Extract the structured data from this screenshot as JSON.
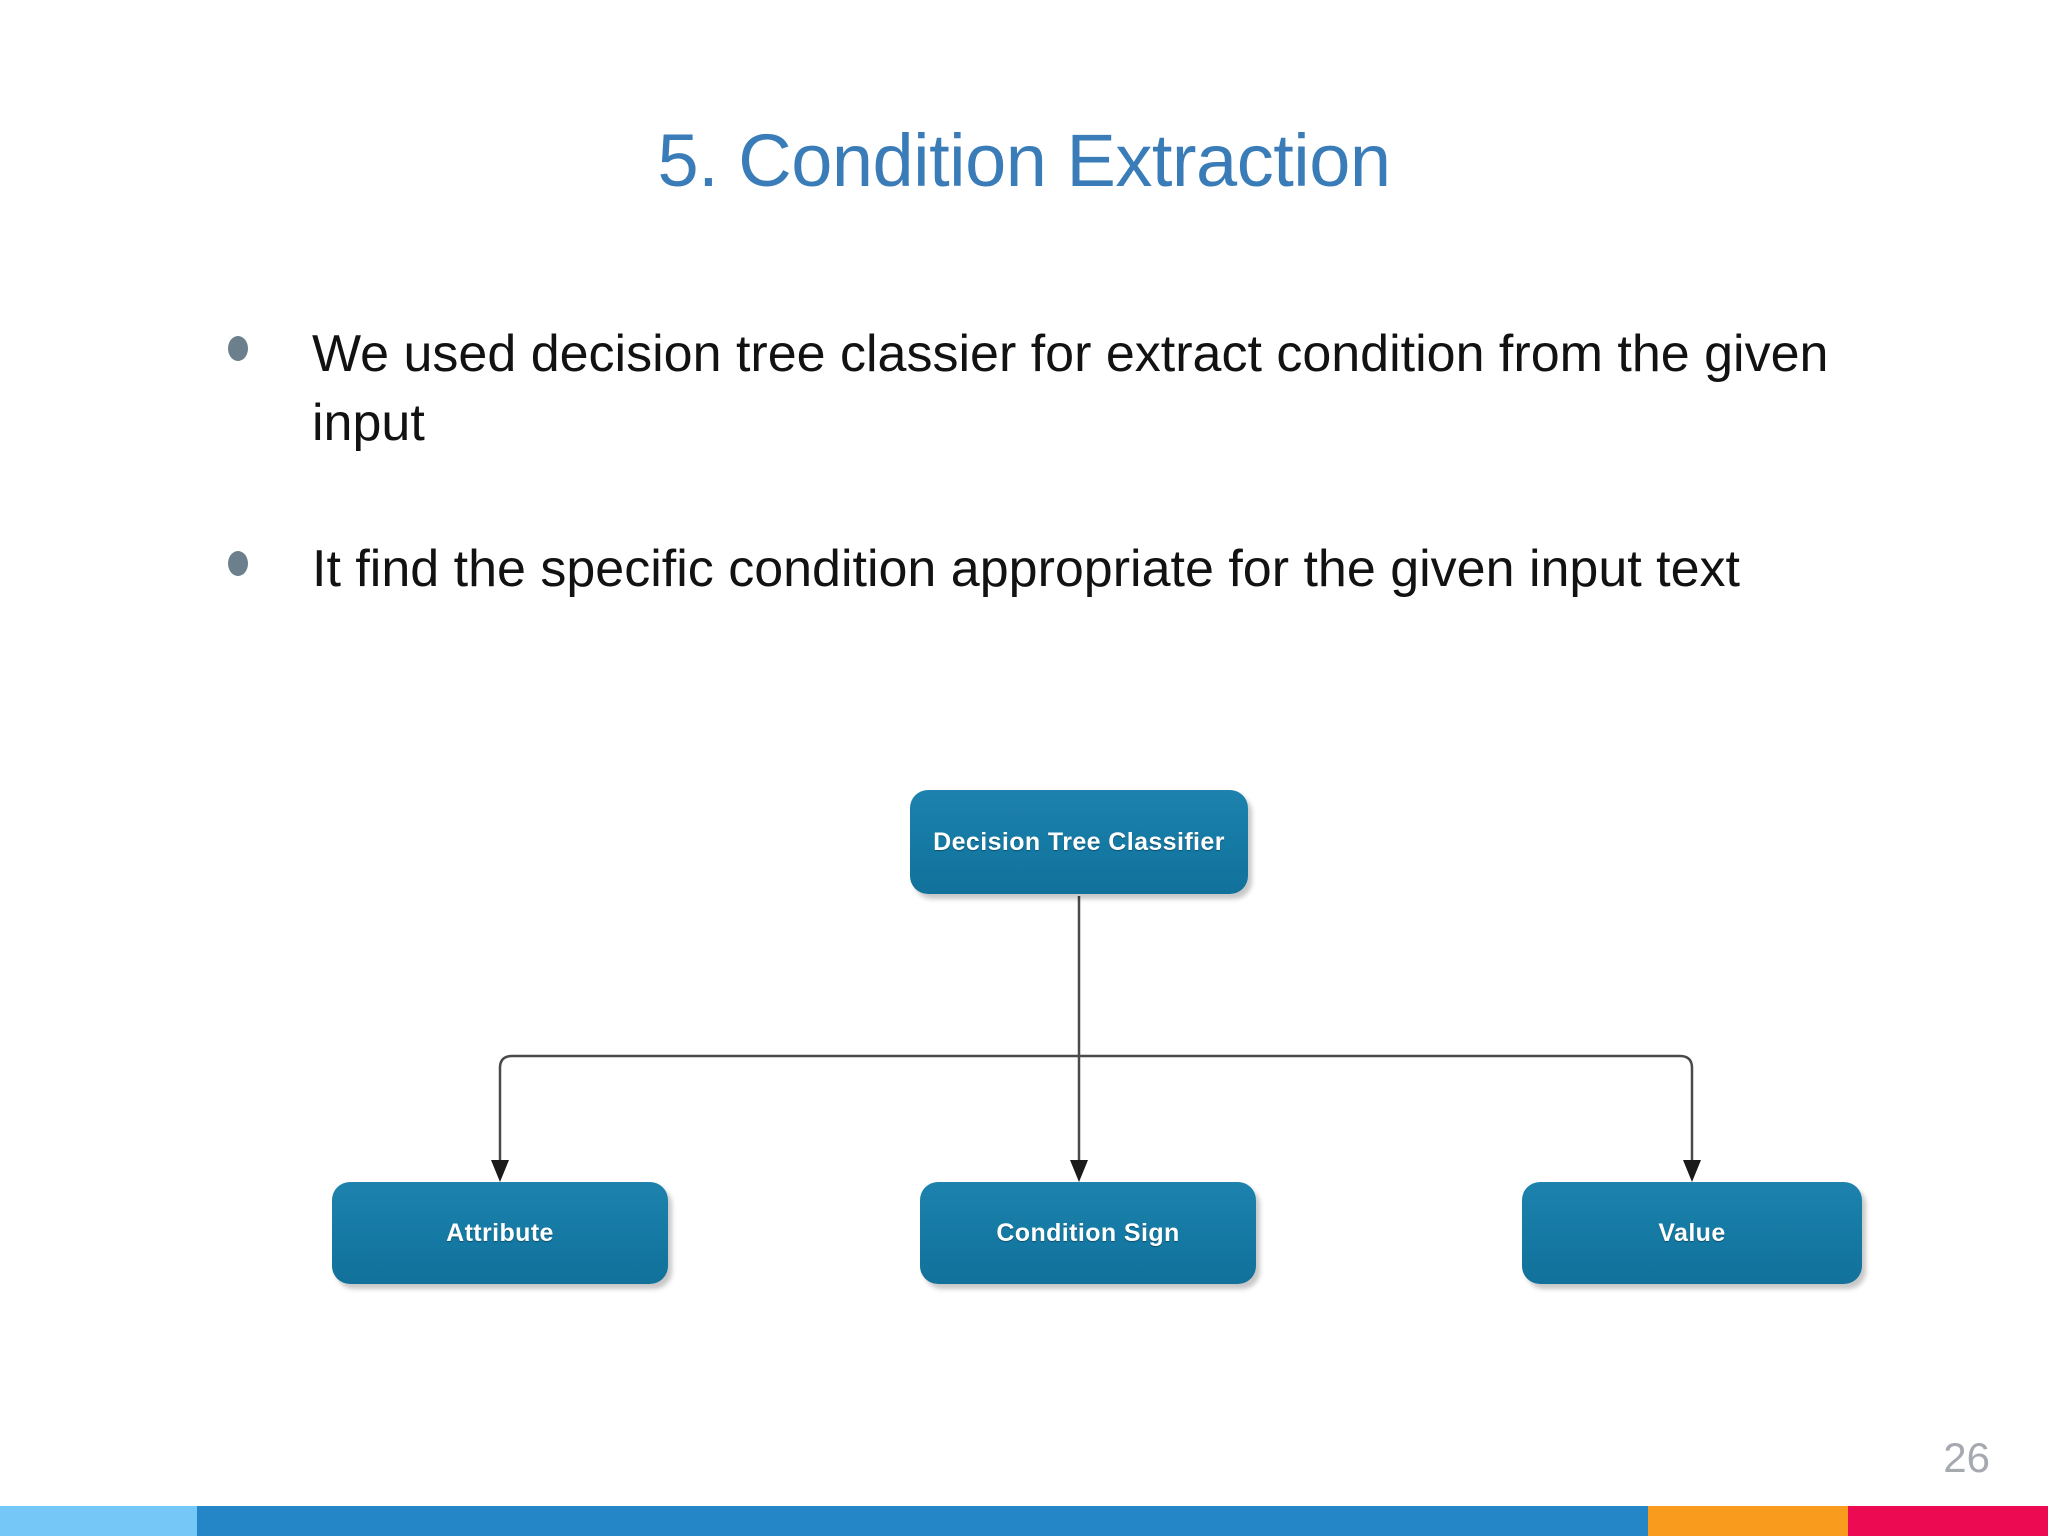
{
  "slide": {
    "title": "5. Condition Extraction",
    "page_number": "26",
    "title_color": "#3a7cb8"
  },
  "bullets": [
    {
      "marker": "bullet-dot",
      "text": "We used decision tree classier for extract condition from the given input"
    },
    {
      "marker": "bullet-dot",
      "text": "It find the specific condition appropriate for the given input text"
    }
  ],
  "diagram": {
    "type": "tree",
    "node_color": "#1479a3",
    "node_text_color": "#ffffff",
    "connector_color": "#4a4a4a",
    "root": {
      "label": "Decision Tree Classifier"
    },
    "children": [
      {
        "label": "Attribute"
      },
      {
        "label": "Condition Sign"
      },
      {
        "label": "Value"
      }
    ]
  },
  "bottom_bar": {
    "segments": [
      {
        "name": "light-blue",
        "color": "#74c7f7"
      },
      {
        "name": "blue",
        "color": "#2486c6"
      },
      {
        "name": "orange",
        "color": "#f99b1c"
      },
      {
        "name": "crimson",
        "color": "#ec0a52"
      }
    ]
  }
}
